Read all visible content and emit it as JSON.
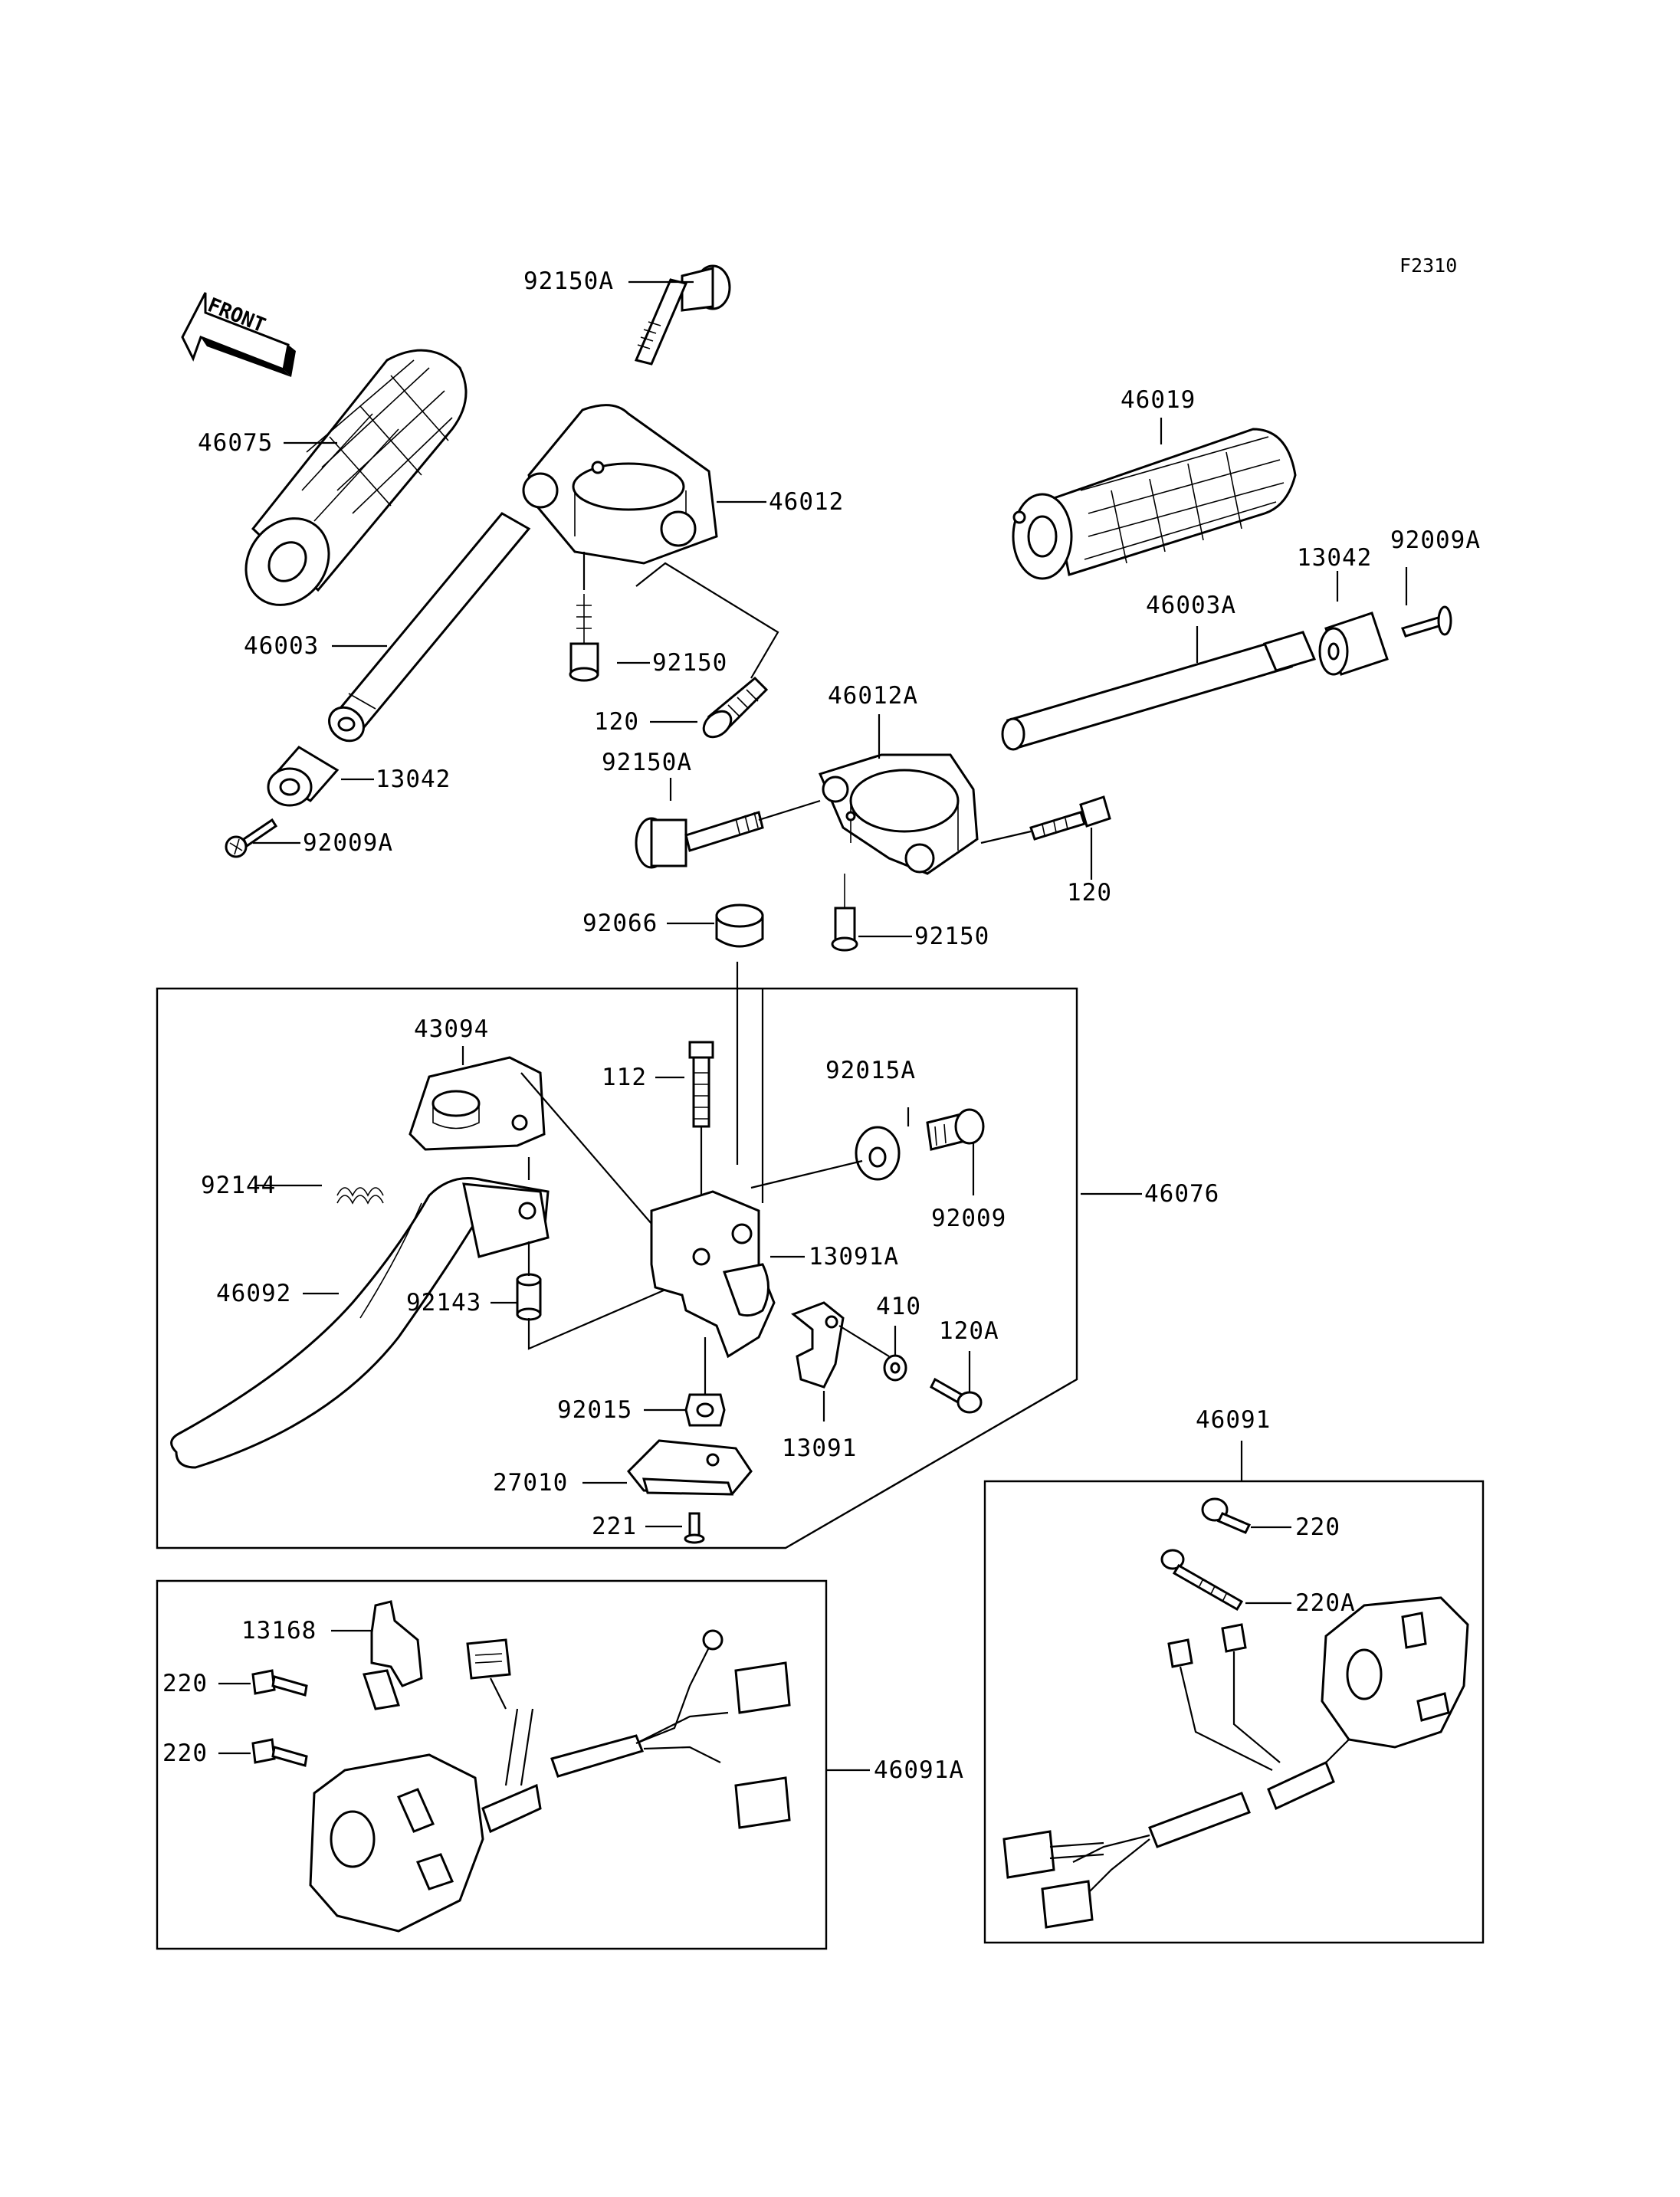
{
  "diagram": {
    "figure_code": "F2310",
    "front_arrow_label": "FRONT",
    "callouts": {
      "c_92150A_top": "92150A",
      "c_46075": "46075",
      "c_46012": "46012",
      "c_46003": "46003",
      "c_92150_top": "92150",
      "c_120_top": "120",
      "c_13042_left": "13042",
      "c_92009A_left": "92009A",
      "c_46019": "46019",
      "c_13042_right": "13042",
      "c_92009A_right": "92009A",
      "c_46003A": "46003A",
      "c_46012A": "46012A",
      "c_92150A_mid": "92150A",
      "c_120_right": "120",
      "c_92066": "92066",
      "c_92150_mid": "92150",
      "c_43094": "43094",
      "c_112": "112",
      "c_92015A": "92015A",
      "c_92144": "92144",
      "c_46076": "46076",
      "c_92009": "92009",
      "c_13091A": "13091A",
      "c_46092": "46092",
      "c_92143": "92143",
      "c_410": "410",
      "c_120A": "120A",
      "c_92015": "92015",
      "c_13091": "13091",
      "c_27010": "27010",
      "c_221": "221",
      "c_46091": "46091",
      "c_220_right": "220",
      "c_220A": "220A",
      "c_13168": "13168",
      "c_220_a": "220",
      "c_220_b": "220",
      "c_46091A": "46091A"
    }
  }
}
